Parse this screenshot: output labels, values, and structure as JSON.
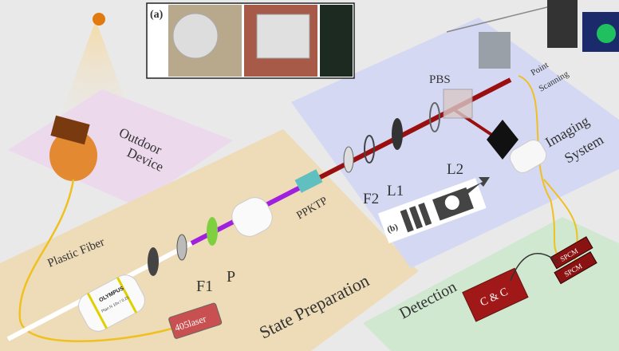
{
  "inset_a": {
    "label": "(a)"
  },
  "outdoor": {
    "title_line1": "Outdoor",
    "title_line2": "Device"
  },
  "state_prep": {
    "title": "State Preparation",
    "fiber": "Plastic Fiber",
    "f1": "F1",
    "p": "P",
    "crystal": "PPKTP",
    "laser": "405laser",
    "objective_brand": "OLYMPUS",
    "objective_spec": "Plan N 10x / 0.25"
  },
  "imaging": {
    "title_line1": "Imaging",
    "title_line2": "System",
    "pbs": "PBS",
    "f2": "F2",
    "l1": "L1",
    "l2": "L2",
    "scan_line1": "Point",
    "scan_line2": "Scanning",
    "inset_b": "(b)"
  },
  "detection": {
    "title": "Detection",
    "cc": "C & C",
    "spcm1": "SPCM",
    "spcm2": "SPCM"
  },
  "colors": {
    "outdoor": "#ecd9ec",
    "state": "#eedcb8",
    "imaging": "#d4d8f2",
    "detection": "#cfe8cf",
    "red_beam": "#9a1010",
    "purple_beam": "#a020e0",
    "fiber": "#f0c020"
  }
}
